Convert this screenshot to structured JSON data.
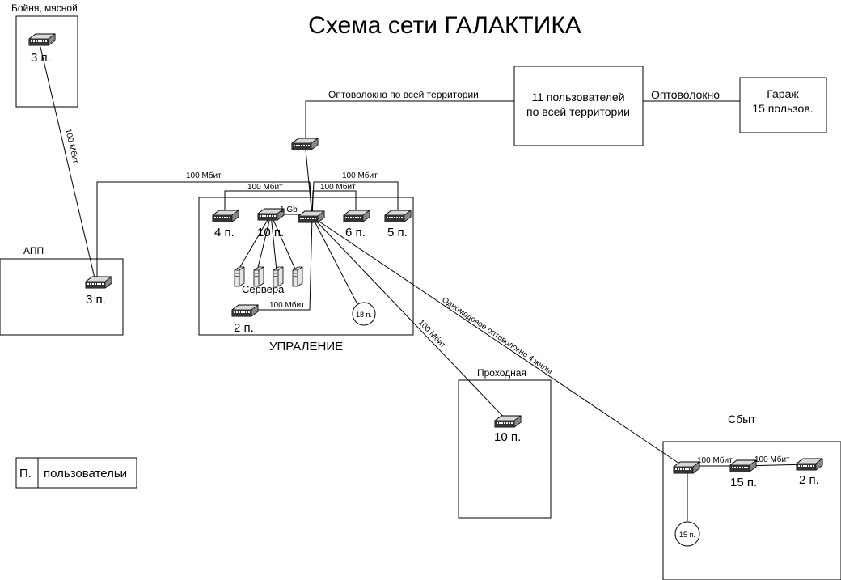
{
  "title": "Схема сети ГАЛАКТИКА",
  "zones": {
    "boinya": {
      "label": "Бойня, мясной",
      "switch_label": "3 п."
    },
    "app": {
      "label": "АПП",
      "switch_label": "3 п."
    },
    "upravlenie": {
      "label": "УПРАЛЕНИЕ",
      "switches": {
        "sw4": "4 п.",
        "sw10": "10 п.",
        "sw6": "6 п.",
        "sw5": "5 п.",
        "sw2": "2 п."
      },
      "servers_label": "Сервера",
      "circle_18": "18 п.",
      "core_link": "1 Gb"
    },
    "prokhodnaya": {
      "label": "Проходная",
      "switch_label": "10 п."
    },
    "sbyt": {
      "label": "Сбыт",
      "switch_15": "15 п.",
      "switch_2": "2 п.",
      "circle_15": "15 п."
    }
  },
  "boxes": {
    "users11": {
      "line1": "11 пользователей",
      "line2": "по всей территории"
    },
    "garage": {
      "line1": "Гараж",
      "line2": "15 пользов."
    }
  },
  "links": {
    "fiber_territory": "Оптоволокно по всей территории",
    "fiber": "Оптоволокно",
    "boinya_app": "100 Мбит",
    "app_core": "100 Мбит",
    "core_sw4": "100 Мбит",
    "core_sw6": "100 Мбит",
    "core_sw5": "100 Мбит",
    "core_sw2": "100 Мбит",
    "core_prokhodnaya": "100 Мбит",
    "core_sbyt": "Одномодовое оптоволокно 4 жилы",
    "sbyt_1": "100 Мбит",
    "sbyt_2": "100 Мбит"
  },
  "legend": {
    "key": "П.",
    "value": "пользовательи"
  }
}
